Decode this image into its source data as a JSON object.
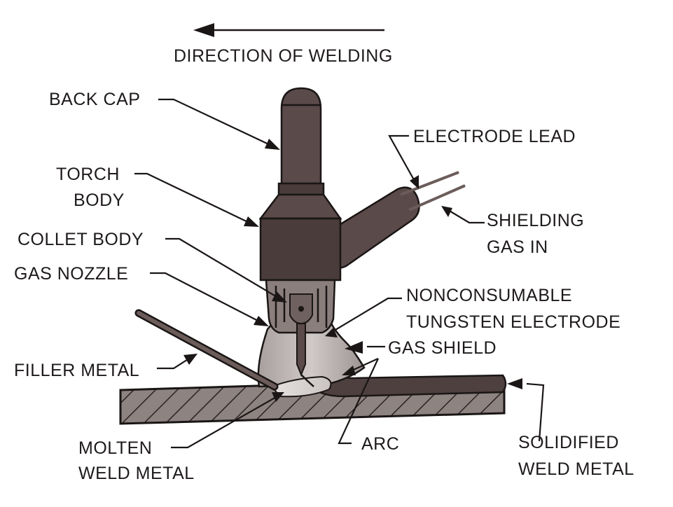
{
  "direction_label": "DIRECTION OF WELDING",
  "labels": {
    "back_cap": "BACK CAP",
    "torch_body_1": "TORCH",
    "torch_body_2": "BODY",
    "collet_body": "COLLET BODY",
    "gas_nozzle": "GAS NOZZLE",
    "filler_metal": "FILLER METAL",
    "molten_1": "MOLTEN",
    "molten_2": "WELD METAL",
    "electrode_lead": "ELECTRODE LEAD",
    "shielding_1": "SHIELDING",
    "shielding_2": "GAS IN",
    "nonconsumable_1": "NONCONSUMABLE",
    "nonconsumable_2": "TUNGSTEN ELECTRODE",
    "gas_shield": "GAS SHIELD",
    "arc": "ARC",
    "solidified_1": "SOLIDIFIED",
    "solidified_2": "WELD METAL"
  },
  "colors": {
    "torch": "#5a4a49",
    "ink": "#1b1616",
    "gas_shield": "#b9b2b0",
    "workpiece": "#8a7f7c"
  }
}
